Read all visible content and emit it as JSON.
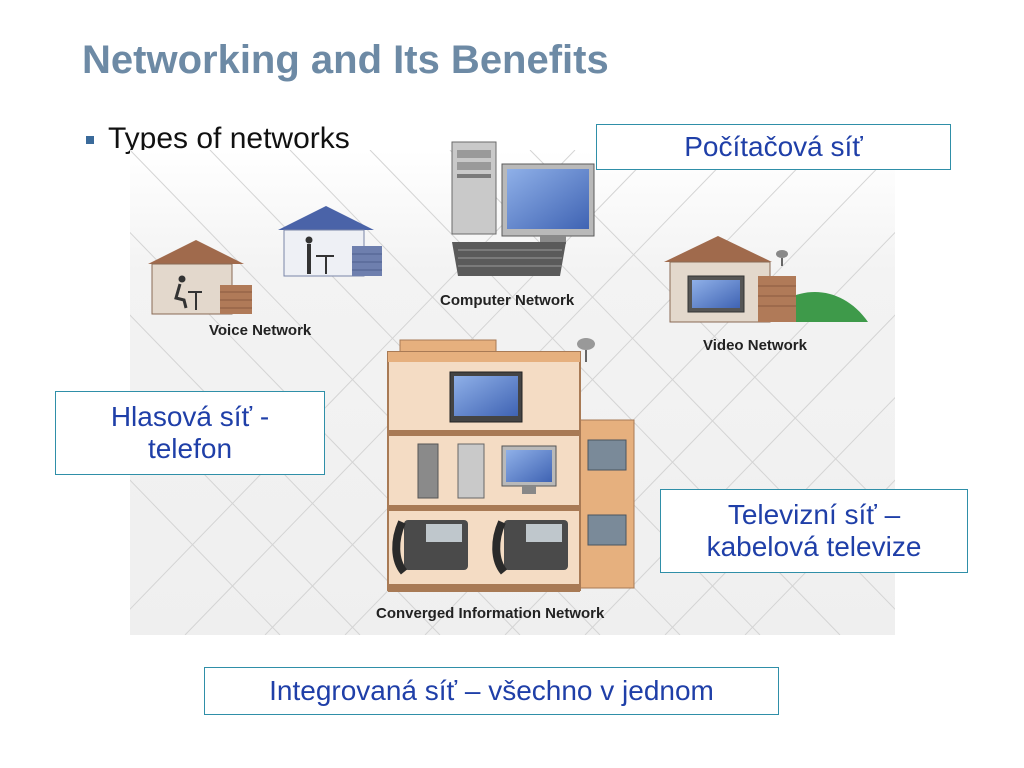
{
  "slide": {
    "title": "Networking and Its Benefits",
    "bullet": "Types of networks"
  },
  "diagram": {
    "labels": {
      "voice": "Voice Network",
      "computer": "Computer Network",
      "video": "Video Network",
      "converged": "Converged Information Network"
    }
  },
  "callouts": {
    "computer": "Počítačová síť",
    "voice_line1": "Hlasová síť -",
    "voice_line2": "telefon",
    "tv_line1": "Televizní síť –",
    "tv_line2": "kabelová televize",
    "integrated": "Integrovaná síť – všechno v jednom"
  },
  "colors": {
    "title": "#6d8aa5",
    "callout_text": "#1f3fa8",
    "callout_border": "#2f8fa8"
  }
}
